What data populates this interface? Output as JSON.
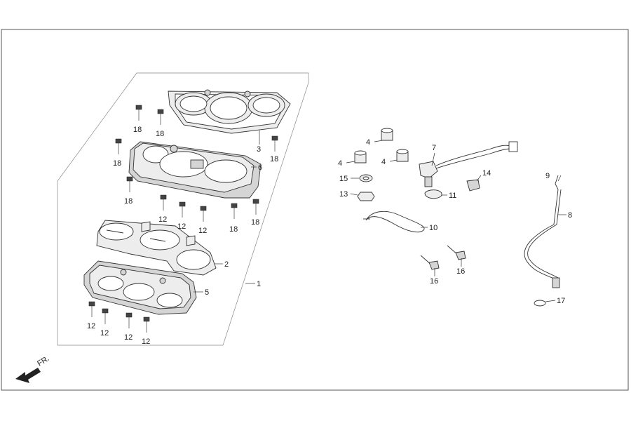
{
  "diagram": {
    "orientation_label": "FR.",
    "callouts": {
      "c1": "1",
      "c2": "2",
      "c3": "3",
      "c4a": "4",
      "c4b": "4",
      "c4c": "4",
      "c5": "5",
      "c6": "6",
      "c7": "7",
      "c8": "8",
      "c9": "9",
      "c10": "10",
      "c11": "11",
      "c12a": "12",
      "c12b": "12",
      "c12c": "12",
      "c12d": "12",
      "c12e": "12",
      "c12f": "12",
      "c12g": "12",
      "c13": "13",
      "c14": "14",
      "c15": "15",
      "c16a": "16",
      "c16b": "16",
      "c17": "17",
      "c18a": "18",
      "c18b": "18",
      "c18c": "18",
      "c18d": "18",
      "c18e": "18",
      "c18f": "18",
      "c18g": "18"
    }
  }
}
